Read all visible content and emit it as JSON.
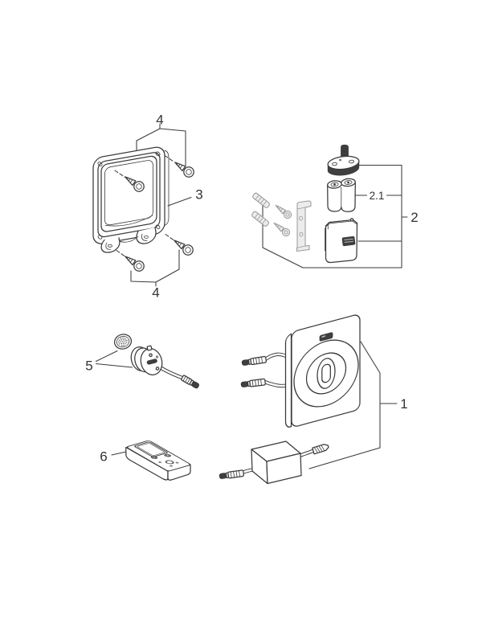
{
  "figure": {
    "type": "exploded-parts-diagram",
    "background": "#ffffff",
    "colors": {
      "line": "#3a3a3a",
      "muted_gray": "#9b9b9b",
      "dark_fill": "#3f3f3f",
      "label_text": "#333333"
    },
    "callouts": {
      "cover_plate_kit": "1",
      "power_pack": "2",
      "battery": "2.1",
      "mounting_frame": "3",
      "screws_top": "4",
      "screws_bottom": "4",
      "flush_valve": "5",
      "remote_control": "6"
    }
  }
}
